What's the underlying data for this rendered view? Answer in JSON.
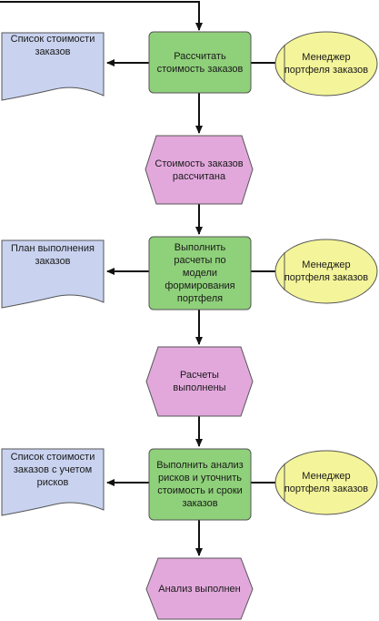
{
  "colors": {
    "function": "#8fd07a",
    "event": "#e2a8dc",
    "document": "#c9d3f0",
    "role": "#f4f49a",
    "stroke": "#555555",
    "line": "#111111"
  },
  "functions": [
    {
      "id": "f1",
      "label": "Рассчитать\nстоимость заказов"
    },
    {
      "id": "f2",
      "label": "Выполнить\nрасчеты по\nмодели\nформирования\nпортфеля"
    },
    {
      "id": "f3",
      "label": "Выполнить анализ\nрисков и уточнить\nстоимость и сроки\nзаказов"
    }
  ],
  "events": [
    {
      "id": "e1",
      "label": "Стоимость заказов\nрассчитана"
    },
    {
      "id": "e2",
      "label": "Расчеты\nвыполнены"
    },
    {
      "id": "e3",
      "label": "Анализ выполнен"
    }
  ],
  "documents": [
    {
      "id": "d1",
      "label": "Список стоимости\nзаказов"
    },
    {
      "id": "d2",
      "label": "План выполнения\nзаказов"
    },
    {
      "id": "d3",
      "label": "Список стоимости\nзаказов с учетом\nрисков"
    }
  ],
  "roles": [
    {
      "id": "r1",
      "label": "Менеджер\nпортфеля заказов"
    },
    {
      "id": "r2",
      "label": "Менеджер\nпортфеля заказов"
    },
    {
      "id": "r3",
      "label": "Менеджер\nпортфеля заказов"
    }
  ]
}
